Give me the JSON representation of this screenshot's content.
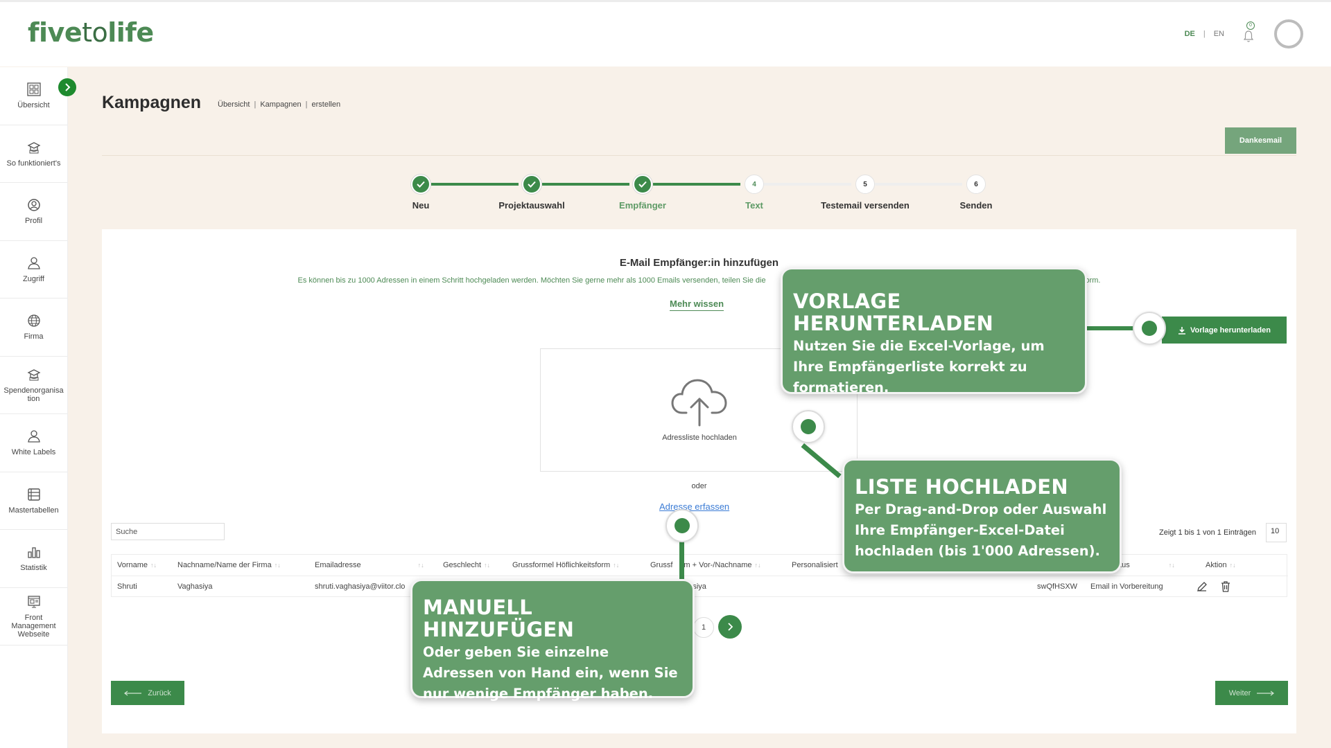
{
  "header": {
    "logo": {
      "five": "five",
      "to": "to",
      "life": "life"
    },
    "lang_de": "DE",
    "lang_sep": "|",
    "lang_en": "EN",
    "notification_count": "0"
  },
  "sidebar": {
    "items": [
      {
        "label": "Übersicht",
        "icon": "grid-icon"
      },
      {
        "label": "So funktioniert's",
        "icon": "graduation-cap-icon"
      },
      {
        "label": "Profil",
        "icon": "user-circle-icon"
      },
      {
        "label": "Zugriff",
        "icon": "user-access-icon"
      },
      {
        "label": "Firma",
        "icon": "globe-icon"
      },
      {
        "label": "Spendenorganisation",
        "icon": "graduation-cap-icon"
      },
      {
        "label": "White Labels",
        "icon": "user-label-icon"
      },
      {
        "label": "Mastertabellen",
        "icon": "table-icon"
      },
      {
        "label": "Statistik",
        "icon": "bar-chart-icon"
      },
      {
        "label": "Front Management Webseite",
        "icon": "website-icon"
      }
    ]
  },
  "page": {
    "title": "Kampagnen",
    "breadcrumb": [
      "Übersicht",
      "Kampagnen",
      "erstellen"
    ],
    "breadcrumb_sep": "|",
    "dankesmail_label": "Dankesmail"
  },
  "stepper": {
    "steps": [
      {
        "label": "Neu",
        "num": "",
        "state": "done"
      },
      {
        "label": "Projektauswahl",
        "num": "",
        "state": "done"
      },
      {
        "label": "Empfänger",
        "num": "",
        "state": "done"
      },
      {
        "label": "Text",
        "num": "4",
        "state": "active"
      },
      {
        "label": "Testemail versenden",
        "num": "5",
        "state": "todo"
      },
      {
        "label": "Senden",
        "num": "6",
        "state": "todo"
      }
    ]
  },
  "card": {
    "title": "E-Mail Empfänger:in hinzufügen",
    "subtitle_left": "Es können bis zu 1000 Adressen in einem Schritt hochgeladen werden. Möchten Sie gerne mehr als 1000 Emails versenden, teilen Sie die",
    "subtitle_right": "f die Plattform.",
    "mehr_wissen": "Mehr wissen",
    "vorlage_button": "Vorlage herunterladen",
    "upload_label": "Adressliste hochladen",
    "oder": "oder",
    "adresse_link": "Adresse erfassen",
    "search_placeholder": "Suche",
    "entries_info": "Zeigt 1 bis 1 von 1 Einträgen",
    "page_size": "10",
    "back_label": "Zurück",
    "next_label": "Weiter",
    "page_number": "1"
  },
  "table": {
    "headers": {
      "vorname": "Vorname",
      "nachname": "Nachname/Name der Firma",
      "email": "Emailadresse",
      "geschlecht": "Geschlecht",
      "grussformel": "Grussformel Höflichkeitsform",
      "grussform_name": "Grussf",
      "grussform_name2": "m + Vor-/Nachname",
      "personalisiert": "Personalisiert",
      "status": "atus",
      "aktion": "Aktion"
    },
    "sort_glyph": "↑↓",
    "rows": [
      {
        "vorname": "Shruti",
        "nachname": "Vaghasiya",
        "email": "shruti.vaghasiya@viitor.clo",
        "grussform_name": "ghasiya",
        "code": "swQfHSXW",
        "status": "Email in Vorbereitung"
      }
    ]
  },
  "callouts": {
    "vorlage": {
      "title": "VORLAGE HERUNTERLADEN",
      "body": "Nutzen Sie die Excel-Vorlage, um Ihre Empfängerliste korrekt zu formatieren."
    },
    "liste": {
      "title": "LISTE HOCHLADEN",
      "body": "Per Drag-and-Drop oder Auswahl Ihre Empfänger-Excel-Datei hochladen (bis 1'000 Adressen)."
    },
    "manuell": {
      "title": "MANUELL HINZUFÜGEN",
      "body": "Oder geben Sie einzelne Adressen von Hand ein, wenn Sie nur wenige Empfänger haben."
    }
  },
  "colors": {
    "brand_green": "#3c8a4a",
    "callout_green": "#659e6c",
    "background": "#f8f1e9"
  }
}
